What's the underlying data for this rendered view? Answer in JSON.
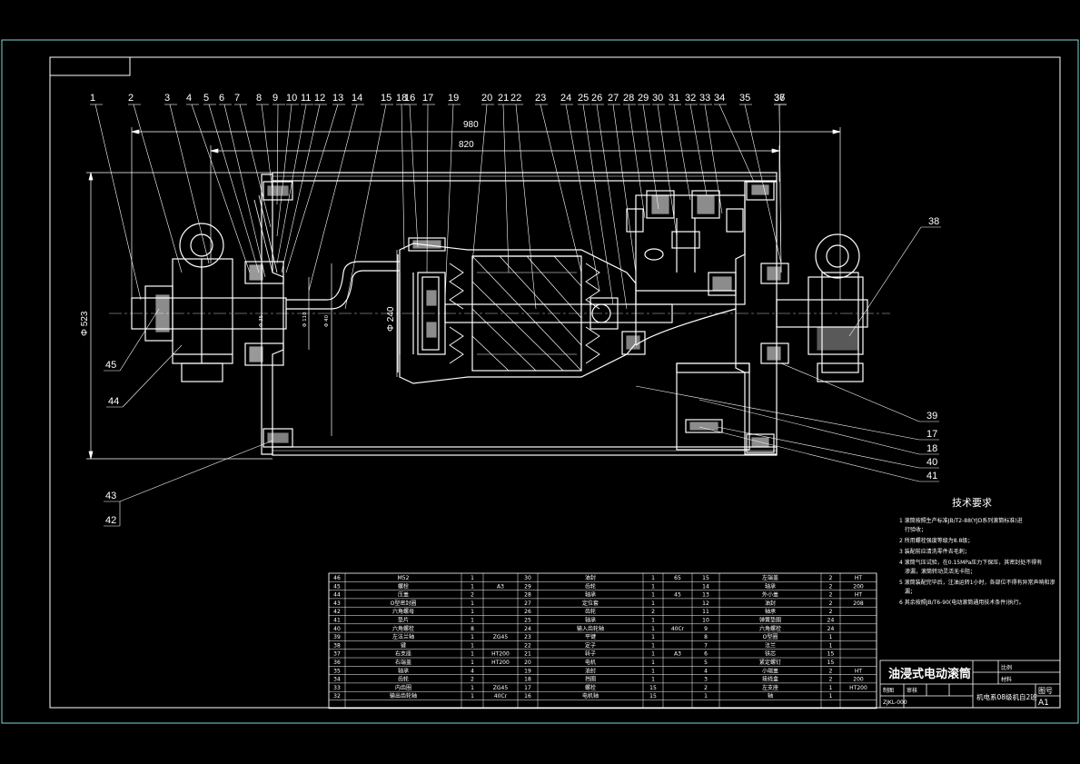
{
  "drawing": {
    "balloons_top": [
      "1",
      "2",
      "3",
      "4",
      "5",
      "6",
      "7",
      "8",
      "9",
      "10",
      "11",
      "12",
      "13",
      "14",
      "15",
      "16",
      "18",
      "17",
      "19",
      "20",
      "21",
      "22",
      "23",
      "24",
      "25",
      "26",
      "27",
      "28",
      "29",
      "30",
      "31",
      "32",
      "33",
      "34",
      "35",
      "36",
      "37"
    ],
    "balloons_right": [
      "38",
      "39",
      "17",
      "18",
      "40",
      "41"
    ],
    "balloons_left": [
      "45",
      "44",
      "43",
      "42"
    ],
    "dims": {
      "overall_length": "980",
      "inner_length": "820",
      "drum_diameter": "Φ 523",
      "motor_diameter": "Φ 240",
      "shaft_d1": "Φ 40",
      "shaft_d2": "Φ 110",
      "shaft_d3": "Φ 35"
    }
  },
  "tech_requirements": {
    "title": "技术要求",
    "items": [
      "1 滚筒按照生产标准JB/T2-88(YJD系列滚筒标准)进行验收；",
      "2 所用螺栓强度等级为8.8级；",
      "3 装配前应清洗零件去毛刺；",
      "4 滚筒气压试验，在0.15MPa压力下保压，其密封处不得有渗漏，滚筒转动灵活无卡阻；",
      "5 滚筒装配完毕后，注油运转1小时，各部位不得有异常声响和渗漏；",
      "6 其余按照JB/T6-90(电动滚筒通用技术条件)执行。"
    ]
  },
  "title_block": {
    "title": "油浸式电动滚筒",
    "scale_label": "比例",
    "material_label": "材料",
    "drawing_no_label": "图号",
    "sheet_size": "A1",
    "organization": "机电系08级机自2班",
    "drawn_label": "制图",
    "checked_label": "审核",
    "doc_code": "ZJKL-000"
  },
  "bom": [
    {
      "no": "46",
      "name": "M52",
      "qty": "1",
      "mat": "",
      "no2": "30",
      "name2": "油封",
      "qty2": "1",
      "mat2": "65",
      "no3": "15",
      "name3": "左端盖",
      "qty3": "2",
      "mat3": "HT"
    },
    {
      "no": "45",
      "name": "螺栓",
      "qty": "1",
      "mat": "A3",
      "no2": "29",
      "name2": "齿轮",
      "qty2": "1",
      "mat2": "",
      "no3": "14",
      "name3": "轴承",
      "qty3": "2",
      "mat3": "200"
    },
    {
      "no": "44",
      "name": "压盖",
      "qty": "2",
      "mat": "",
      "no2": "28",
      "name2": "轴承",
      "qty2": "1",
      "mat2": "45",
      "no3": "13",
      "name3": "外小盖",
      "qty3": "2",
      "mat3": "HT"
    },
    {
      "no": "43",
      "name": "O型密封圈",
      "qty": "1",
      "mat": "",
      "no2": "27",
      "name2": "定位套",
      "qty2": "1",
      "mat2": "",
      "no3": "12",
      "name3": "油封",
      "qty3": "2",
      "mat3": "208"
    },
    {
      "no": "42",
      "name": "六角螺母",
      "qty": "1",
      "mat": "",
      "no2": "26",
      "name2": "齿轮",
      "qty2": "2",
      "mat2": "",
      "no3": "11",
      "name3": "轴承",
      "qty3": "2",
      "mat3": ""
    },
    {
      "no": "41",
      "name": "垫片",
      "qty": "1",
      "mat": "",
      "no2": "25",
      "name2": "轴承",
      "qty2": "1",
      "mat2": "",
      "no3": "10",
      "name3": "弹簧垫圈",
      "qty3": "24",
      "mat3": ""
    },
    {
      "no": "40",
      "name": "六角螺栓",
      "qty": "8",
      "mat": "",
      "no2": "24",
      "name2": "输入齿轮轴",
      "qty2": "1",
      "mat2": "40Cr",
      "no3": "9",
      "name3": "六角螺栓",
      "qty3": "24",
      "mat3": ""
    },
    {
      "no": "39",
      "name": "左法兰轴",
      "qty": "1",
      "mat": "ZG45",
      "no2": "23",
      "name2": "平键",
      "qty2": "1",
      "mat2": "",
      "no3": "8",
      "name3": "O型圈",
      "qty3": "1",
      "mat3": ""
    },
    {
      "no": "38",
      "name": "键",
      "qty": "1",
      "mat": "",
      "no2": "22",
      "name2": "定子",
      "qty2": "1",
      "mat2": "",
      "no3": "7",
      "name3": "法兰",
      "qty3": "1",
      "mat3": ""
    },
    {
      "no": "37",
      "name": "右支座",
      "qty": "1",
      "mat": "HT200",
      "no2": "21",
      "name2": "转子",
      "qty2": "1",
      "mat2": "A3",
      "no3": "6",
      "name3": "铁芯",
      "qty3": "15",
      "mat3": ""
    },
    {
      "no": "36",
      "name": "右端盖",
      "qty": "1",
      "mat": "HT200",
      "no2": "20",
      "name2": "电机",
      "qty2": "1",
      "mat2": "",
      "no3": "5",
      "name3": "紧定螺钉",
      "qty3": "15",
      "mat3": ""
    },
    {
      "no": "35",
      "name": "轴承",
      "qty": "4",
      "mat": "",
      "no2": "19",
      "name2": "油封",
      "qty2": "1",
      "mat2": "",
      "no3": "4",
      "name3": "小端盖",
      "qty3": "2",
      "mat3": "HT"
    },
    {
      "no": "34",
      "name": "齿轮",
      "qty": "2",
      "mat": "",
      "no2": "18",
      "name2": "挡圈",
      "qty2": "1",
      "mat2": "",
      "no3": "3",
      "name3": "接线盒",
      "qty3": "2",
      "mat3": "200"
    },
    {
      "no": "33",
      "name": "内齿圈",
      "qty": "1",
      "mat": "ZG45",
      "no2": "17",
      "name2": "螺栓",
      "qty2": "15",
      "mat2": "",
      "no3": "2",
      "name3": "左支座",
      "qty3": "1",
      "mat3": "HT200"
    },
    {
      "no": "32",
      "name": "输出齿轮轴",
      "qty": "1",
      "mat": "40Cr",
      "no2": "16",
      "name2": "电机轴",
      "qty2": "15",
      "mat2": "",
      "no3": "1",
      "name3": "轴",
      "qty3": "1",
      "mat3": ""
    }
  ]
}
